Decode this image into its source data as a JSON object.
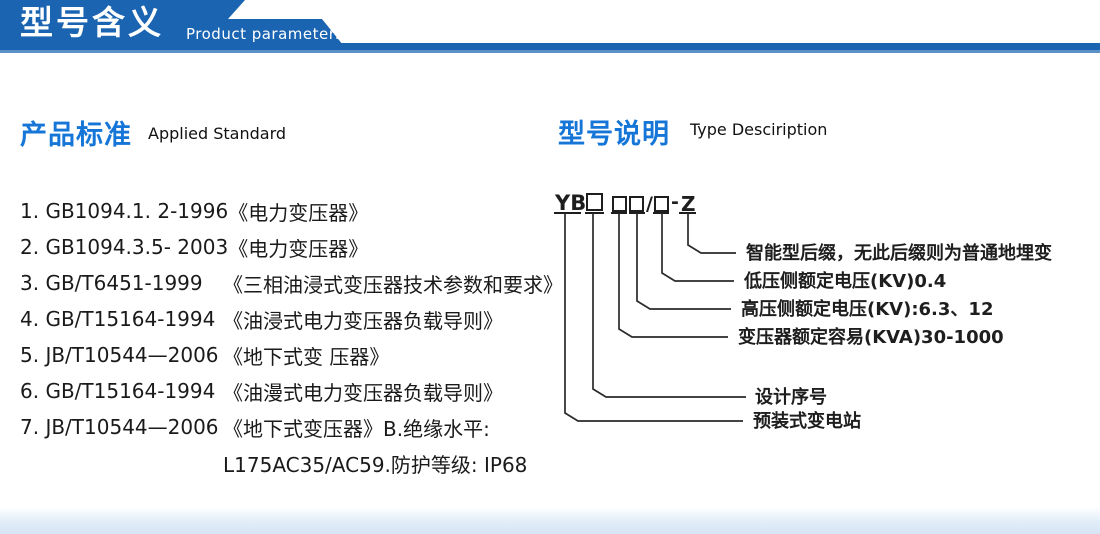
{
  "header": {
    "title": "型号含义",
    "subtitle": "Product parameters"
  },
  "colors": {
    "header_blue": "#1a64b2",
    "header_light_line": "#5b90c9",
    "heading_text_blue": "#1576d8",
    "body_text": "#1a1a1a"
  },
  "left": {
    "heading_cn": "产品标准",
    "heading_en": "Applied Standard",
    "items": [
      {
        "code": "1. GB1094.1. 2-1996",
        "title": "《电力变压器》"
      },
      {
        "code": "2. GB1094.3.5- 2003",
        "title": "《电力变压器》"
      },
      {
        "code": "3. GB/T6451-1999",
        "title": "《三相油浸式变压器技术参数和要求》"
      },
      {
        "code": "4. GB/T15164-1994",
        "title": "《油浸式电力变压器负载导则》"
      },
      {
        "code": "5. JB/T10544—2006",
        "title": "《地下式变 压器》"
      },
      {
        "code": "6. GB/T15164-1994",
        "title": "《油漫式电力变压器负载导则》"
      },
      {
        "code": "7. JB/T10544—2006",
        "title": "《地下式变压器》B.绝缘水平:"
      },
      {
        "code": "",
        "title": "L175AC35/AC59.防护等级: IP68"
      }
    ]
  },
  "right": {
    "heading_cn": "型号说明",
    "heading_en": "Type Desciription",
    "model_code": {
      "prefix": "YB",
      "separator": "/",
      "dash": "-",
      "suffix": "Z",
      "placeholder_boxes": 4
    },
    "annotations": [
      {
        "label": "智能型后缀，无此后缀则为普通地埋变"
      },
      {
        "label": "低压侧额定电压(KV)0.4"
      },
      {
        "label": "高压侧额定电压(KV):6.3、12"
      },
      {
        "label": "变压器额定容易(KVA)30-1000"
      },
      {
        "label": "设计序号"
      },
      {
        "label": "预装式变电站"
      }
    ]
  }
}
